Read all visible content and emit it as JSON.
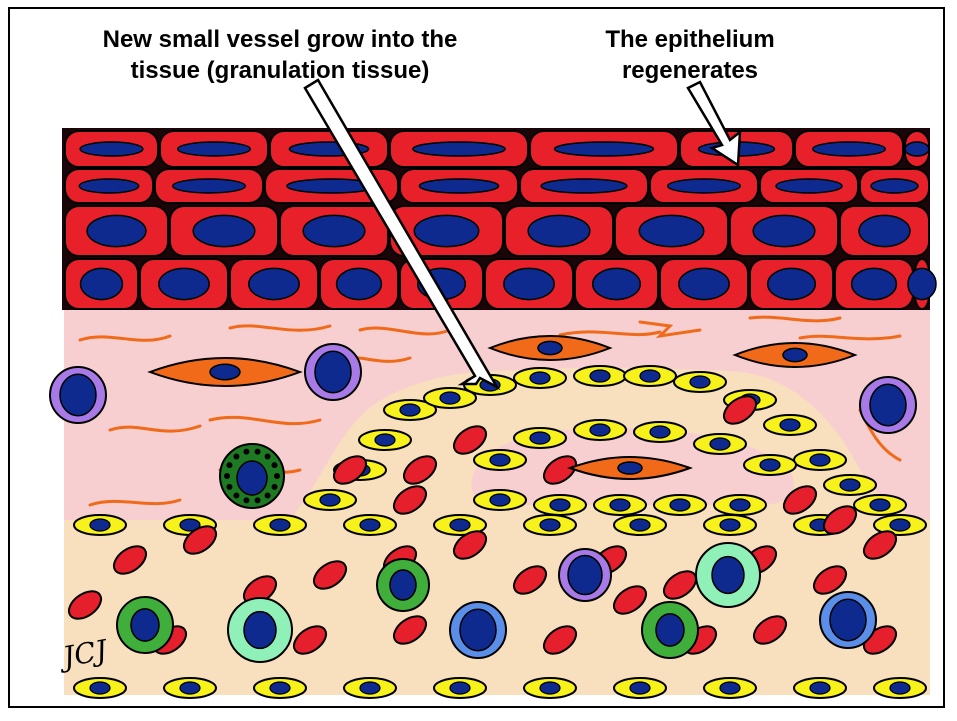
{
  "labels": {
    "vessel_line1": "New small vessel grow into the",
    "vessel_line2": "tissue (granulation tissue)",
    "epithelium_line1": "The epithelium",
    "epithelium_line2": "regenerates"
  },
  "signature": "JCJ",
  "colors": {
    "epithelial_cell": "#e8202a",
    "nucleus": "#0f2a8f",
    "connective_tissue": "#f8cfd0",
    "fibroblast": "#f06a1a",
    "endothelium": "#f7f21b",
    "blood_plasma": "#f8dfbe",
    "red_blood_cell": "#e51f2b",
    "neutrophil": "#3fae3a",
    "monocyte": "#8ff0b8",
    "lymphocyte_purple": "#a87ae8",
    "lymphocyte_blue": "#5a8ee8",
    "mast_cell": "#1e7a22",
    "collagen_fiber": "#f06a1a"
  },
  "icons": {
    "arrow_vessel": "hollow-arrow-icon",
    "arrow_epithelium": "hollow-arrow-icon"
  }
}
